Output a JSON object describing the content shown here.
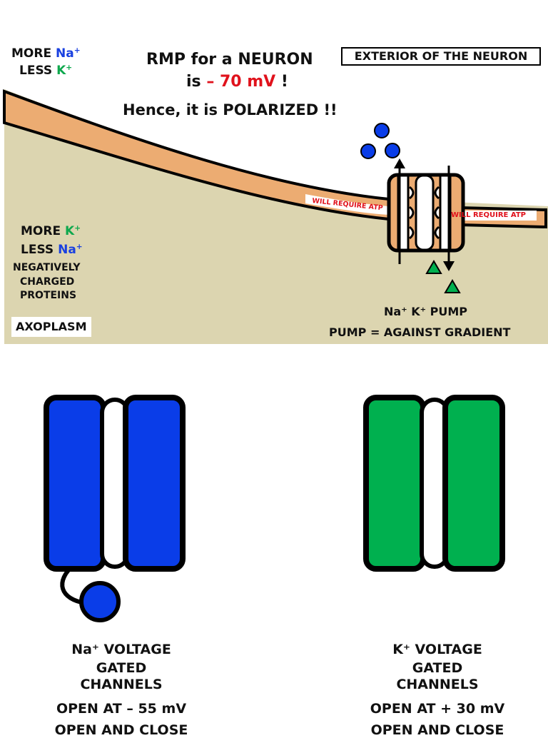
{
  "colors": {
    "axoplasm": "#dcd5b0",
    "membrane": "#ecac72",
    "sodium": "#0a3de8",
    "potassium": "#00b04f",
    "red": "#e0121c"
  },
  "top_left": {
    "more": "MORE",
    "less": "LESS",
    "na": "Na",
    "k": "K",
    "plus": "+"
  },
  "title": {
    "line1": "RMP for a NEURON",
    "is": "is",
    "value": "– 70 mV",
    "bang": "!",
    "line3": "Hence, it is POLARIZED !!"
  },
  "exterior_label": "EXTERIOR OF THE NEURON",
  "membrane_labels": {
    "left": "WILL REQUIRE ATP",
    "right": "WILL REQUIRE ATP"
  },
  "axoplasm_text": {
    "more": "MORE",
    "less": "LESS",
    "k": "K",
    "na": "Na",
    "plus": "+",
    "neg1": "NEGATIVELY",
    "neg2": "CHARGED",
    "neg3": "PROTEINS",
    "axoplasm": "AXOPLASM"
  },
  "pump": {
    "label": "Na⁺ K⁺ PUMP",
    "desc": "PUMP = AGAINST GRADIENT"
  },
  "na_channel": {
    "l1": "Na⁺ VOLTAGE",
    "l2": "GATED",
    "l3": "CHANNELS",
    "open": "OPEN AT – 55 mV",
    "cut": "OPEN AND CLOSE"
  },
  "k_channel": {
    "l1": "K⁺ VOLTAGE",
    "l2": "GATED",
    "l3": "CHANNELS",
    "open": "OPEN AT + 30 mV",
    "cut": "OPEN AND CLOSE"
  }
}
